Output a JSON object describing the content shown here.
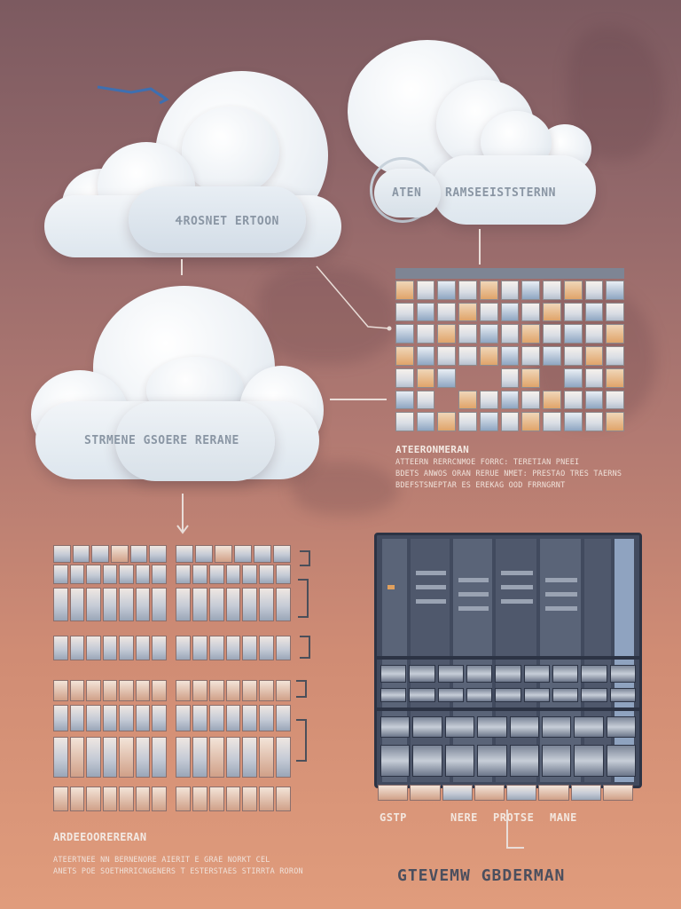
{
  "clouds": {
    "top_left_label": "ᏎROSNET ERTOON",
    "top_right_label_a": "ATEN",
    "top_right_label_b": "RAMSEEISTSTERNN",
    "middle_label": "STRMENE GSOERE RERANE"
  },
  "server_grid": {
    "title": "ATEERONMERAN",
    "body_lines": [
      "ATTEERN RERRCNMOE FORRC: TERETIAN PNEEI",
      "BDETS ANWOS ORAN RERUE NMET: PRESTAO TRES TAERNS",
      "BDEFSTSNEPTAR ES EREKAG OOD FRRNGRNT"
    ]
  },
  "storage_block": {
    "title": "ARDEEOORERERAN",
    "body_lines": [
      "ATEERTNEE NN BERNENORE AIERIT E GRAE NORKT CEL",
      "ANETS POE SOETHRRICNGENERS T ESTERSTAES STIRRTA RORON"
    ]
  },
  "data_center": {
    "bottom_labels": [
      "GSTP",
      "NERE",
      "PROTSE",
      "MANE"
    ],
    "footer_title": "GTEVEMW GBDERMAN"
  },
  "colors": {
    "background_top": "#7c5a60",
    "background_bottom": "#e09c7c",
    "cloud": "#eef2f6",
    "panel_dark": "#414a5e",
    "connector": "#e9ddd8"
  }
}
